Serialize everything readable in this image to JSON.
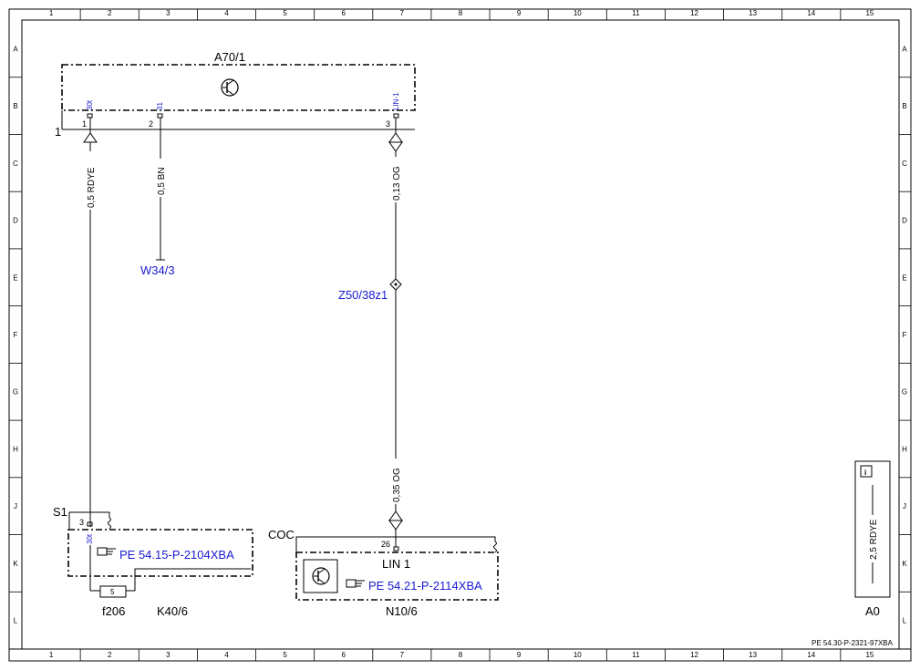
{
  "grid": {
    "columns": [
      "1",
      "2",
      "3",
      "4",
      "5",
      "6",
      "7",
      "8",
      "9",
      "10",
      "11",
      "12",
      "13",
      "14",
      "15"
    ],
    "rows": [
      "A",
      "B",
      "C",
      "D",
      "E",
      "F",
      "G",
      "H",
      "J",
      "K",
      "L"
    ]
  },
  "components": {
    "a70": {
      "name": "A70/1",
      "pins": [
        "30t",
        "31",
        "LIN-1"
      ],
      "pin_numbers": [
        "1",
        "2",
        "3"
      ],
      "side_label": "1"
    },
    "w34": {
      "name": "W34/3"
    },
    "z50": {
      "name": "Z50/38z1"
    },
    "k40": {
      "name": "K40/6",
      "switch": "S1",
      "pin_number": "3",
      "pin": "30t",
      "link": "PE 54.15-P-2104XBA",
      "fuse": "f206",
      "fuse_value": "5"
    },
    "n10": {
      "name": "N10/6",
      "prefix": "COC",
      "pin_number": "26",
      "bus": "LIN 1",
      "link": "PE 54.21-P-2114XBA"
    }
  },
  "wires": {
    "w1": "0,5 RDYE",
    "w2": "0,5 BN",
    "w3": "0,13 OG",
    "w4": "0,35 OG"
  },
  "legend": {
    "wire": "2,5 RDYE",
    "label": "A0"
  },
  "doc_ref": "PE 54.30-P-2321-97XBA",
  "colors": {
    "link_blue": "#1a1ad0",
    "line": "#000000"
  },
  "icons": [
    "transistor-icon",
    "pointing-hand-icon",
    "info-icon",
    "fuse-icon",
    "ground-icon",
    "connector-icon"
  ]
}
